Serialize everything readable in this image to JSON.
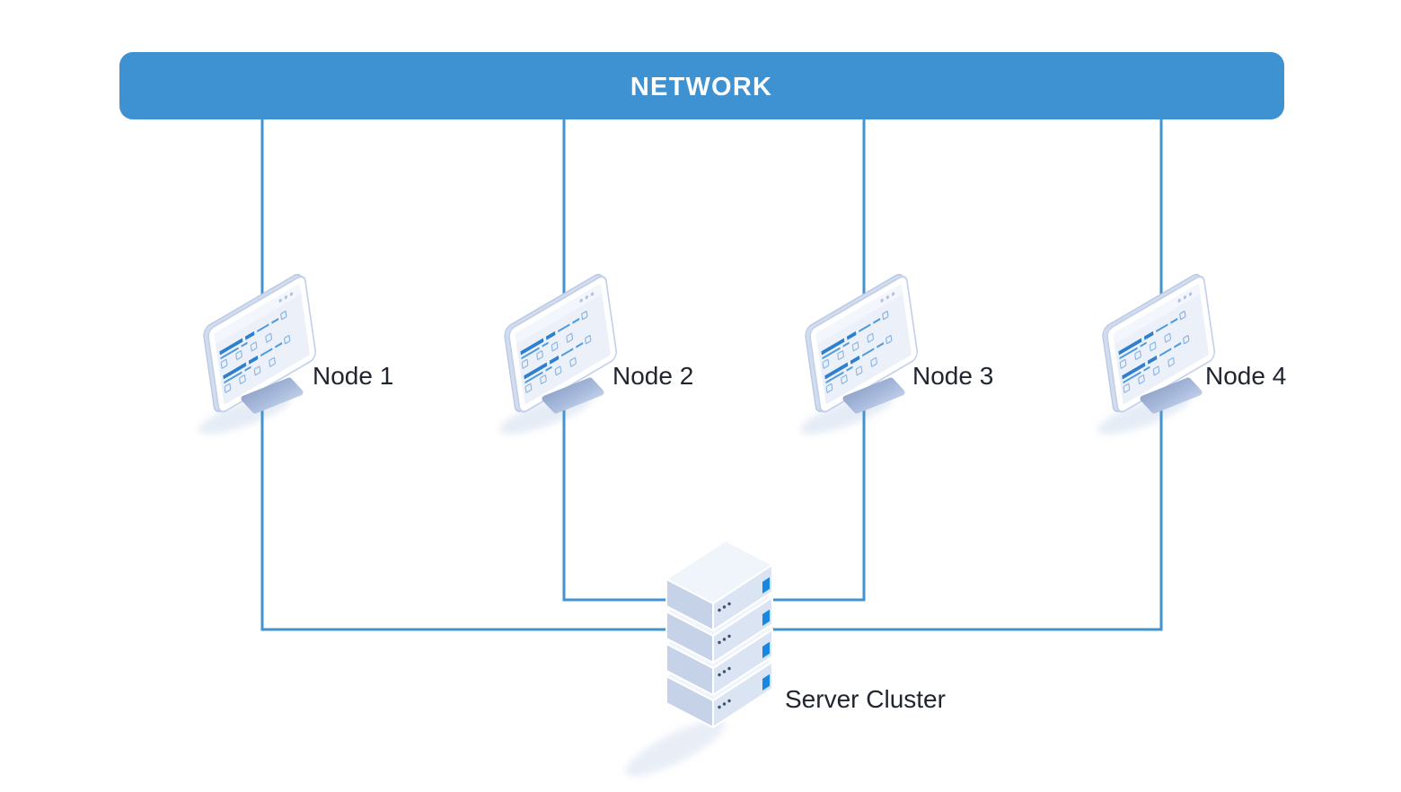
{
  "diagram": {
    "network_bar": {
      "label": "NETWORK"
    },
    "nodes": [
      {
        "label": "Node 1"
      },
      {
        "label": "Node 2"
      },
      {
        "label": "Node 3"
      },
      {
        "label": "Node 4"
      }
    ],
    "server": {
      "label": "Server Cluster",
      "units": 4
    },
    "connections": [
      {
        "from": "NETWORK",
        "to": "Node 1"
      },
      {
        "from": "NETWORK",
        "to": "Node 2"
      },
      {
        "from": "NETWORK",
        "to": "Node 3"
      },
      {
        "from": "NETWORK",
        "to": "Node 4"
      },
      {
        "from": "Node 1",
        "to": "Server Cluster"
      },
      {
        "from": "Node 2",
        "to": "Server Cluster"
      },
      {
        "from": "Node 3",
        "to": "Server Cluster"
      },
      {
        "from": "Node 4",
        "to": "Server Cluster"
      }
    ],
    "colors": {
      "network_bar": "#3E92D2",
      "network_bar_text": "#FFFFFF",
      "connector_line": "#4193D2",
      "server_led": "#1787E2",
      "label_text": "#20262F"
    }
  }
}
